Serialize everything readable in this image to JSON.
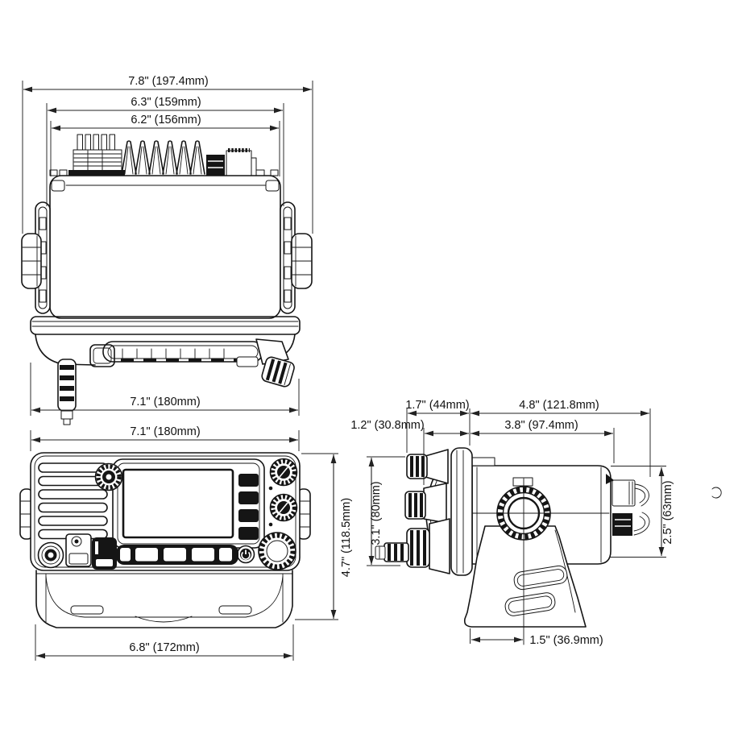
{
  "colors": {
    "line": "#151515",
    "background": "#ffffff"
  },
  "top_view": {
    "overall_width": "7.8\" (197.4mm)",
    "flange_width": "6.3\" (159mm)",
    "body_width": "6.2\" (156mm)",
    "front_width": "7.1\" (180mm)"
  },
  "front_view": {
    "width": "7.1\" (180mm)",
    "height": "4.7\" (118.5mm)",
    "bracket_width": "6.8\" (172mm)"
  },
  "side_view": {
    "knob_depth": "1.7\" (44mm)",
    "overall_depth": "4.8\" (121.8mm)",
    "front_depth": "1.2\" (30.8mm)",
    "body_depth": "3.8\" (97.4mm)",
    "front_height": "3.1\" (80mm)",
    "rear_height": "2.5\" (63mm)",
    "bracket_offset": "1.5\" (36.9mm)"
  }
}
